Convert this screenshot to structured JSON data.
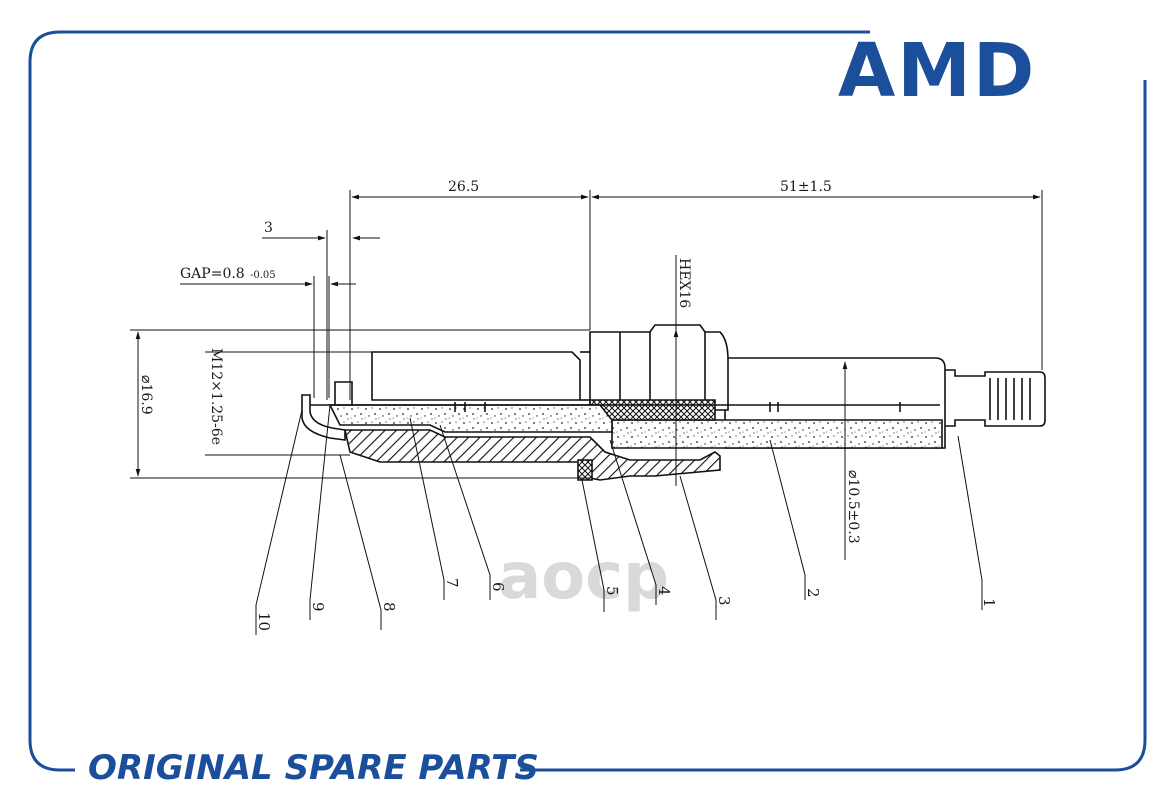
{
  "brand": {
    "logo_text": "AMD",
    "color": "#1b4e9b"
  },
  "footer": {
    "text": "ORIGINAL SPARE PARTS"
  },
  "watermark": {
    "text": "aocp"
  },
  "dimensions": {
    "length_26_5": "26.5",
    "length_51": "51±1.5",
    "dim_3": "3",
    "gap": "GAP=0.8",
    "gap_tol": "-0.05",
    "hex": "HEX16",
    "diameter_16_9": "⌀16.9",
    "thread": "M12×1.25-6e",
    "diameter_10_5": "⌀10.5±0.3"
  },
  "callouts": [
    "1",
    "2",
    "3",
    "4",
    "5",
    "6",
    "7",
    "8",
    "9",
    "10"
  ]
}
